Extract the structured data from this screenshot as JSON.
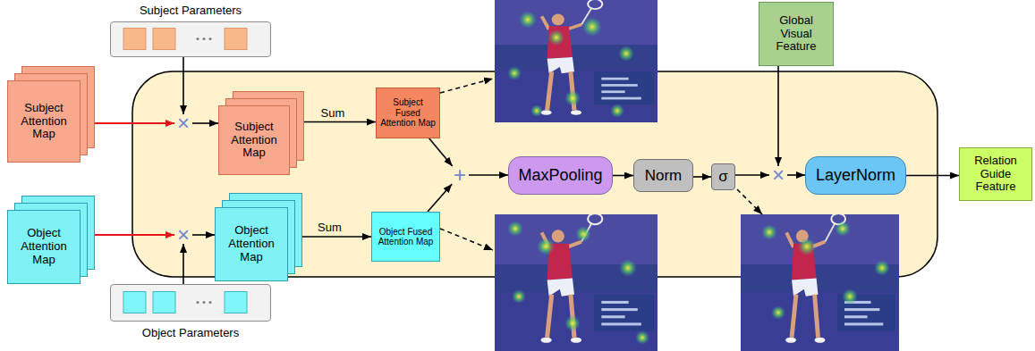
{
  "diagram": {
    "nodes": [
      {
        "text": [
          "Subject Parameters"
        ]
      },
      {
        "text": [
          "Global Visual Feature"
        ]
      },
      {
        "text": [
          "Subject Attention Map"
        ]
      },
      {
        "text": [
          "×"
        ]
      },
      {
        "text": [
          "Subject Attention Map"
        ]
      },
      {
        "text": [
          "Subject Fused Attention Map"
        ]
      },
      {
        "text": [
          "+"
        ]
      },
      {
        "text": [
          "MaxPooling"
        ]
      },
      {
        "text": [
          "Norm"
        ]
      },
      {
        "text": [
          "σ"
        ]
      },
      {
        "text": [
          "×"
        ]
      },
      {
        "text": [
          "LayerNorm"
        ]
      },
      {
        "text": [
          "Relation Guide Feature"
        ]
      },
      {
        "text": [
          "Object Attention Map"
        ]
      },
      {
        "text": [
          "×"
        ]
      },
      {
        "text": [
          "Object Attention Map"
        ]
      },
      {
        "text": [
          "Object Fused Attention Map"
        ]
      },
      {
        "text": [
          "Object Parameters"
        ]
      }
    ],
    "edges": [
      {
        "from": 2,
        "to": 3,
        "arrow": "to"
      },
      {
        "from": 0,
        "to": 3,
        "arrow": "to"
      },
      {
        "from": 3,
        "to": 4,
        "arrow": "to"
      },
      {
        "from": 4,
        "to": 5,
        "label": "Sum",
        "arrow": "to"
      },
      {
        "from": 5,
        "to": 6,
        "arrow": "to"
      },
      {
        "from": 13,
        "to": 14,
        "arrow": "to"
      },
      {
        "from": 17,
        "to": 14,
        "arrow": "to"
      },
      {
        "from": 14,
        "to": 15,
        "arrow": "to"
      },
      {
        "from": 15,
        "to": 16,
        "label": "Sum",
        "arrow": "to"
      },
      {
        "from": 16,
        "to": 6,
        "arrow": "to"
      },
      {
        "from": 6,
        "to": 7,
        "arrow": "to"
      },
      {
        "from": 7,
        "to": 8,
        "arrow": "to"
      },
      {
        "from": 8,
        "to": 9,
        "arrow": "to"
      },
      {
        "from": 9,
        "to": 10,
        "arrow": "to"
      },
      {
        "from": 1,
        "to": 10,
        "arrow": "to"
      },
      {
        "from": 10,
        "to": 11,
        "arrow": "to"
      },
      {
        "from": 11,
        "to": 12,
        "arrow": "to"
      }
    ]
  }
}
